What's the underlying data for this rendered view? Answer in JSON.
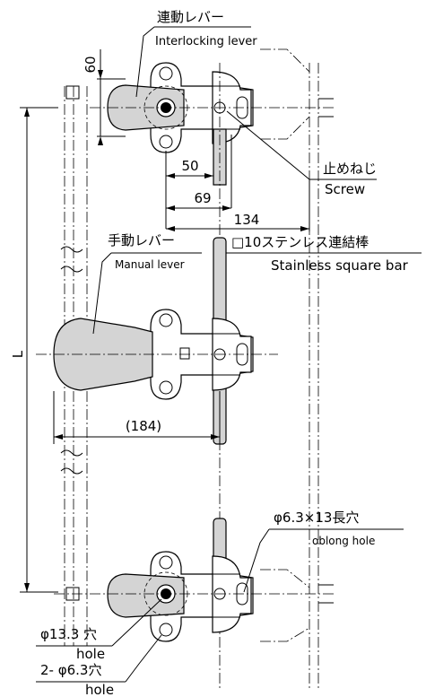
{
  "labels": {
    "interlocking_lever_jp": "連動レバー",
    "interlocking_lever_en": "Interlocking lever",
    "stop_screw_jp": "止めねじ",
    "stop_screw_en": "Screw",
    "manual_lever_jp": "手動レバー",
    "manual_lever_en": "Manual lever",
    "square_bar_jp": "□10ステンレス連結棒",
    "square_bar_en": "Stainless square bar",
    "oblong_hole_jp": "φ6.3×13長穴",
    "oblong_hole_en": "oblong hole",
    "hole_13_jp": "φ13.3 穴",
    "hole_13_en": "hole",
    "hole_6_jp": "2- φ6.3穴",
    "hole_6_en": "hole"
  },
  "dimensions": {
    "d60": "60",
    "d50": "50",
    "d69": "69",
    "d134": "134",
    "d184": "(184)",
    "dL": "L"
  },
  "colors": {
    "part_fill": "#d4d4d4",
    "line": "#000000"
  }
}
